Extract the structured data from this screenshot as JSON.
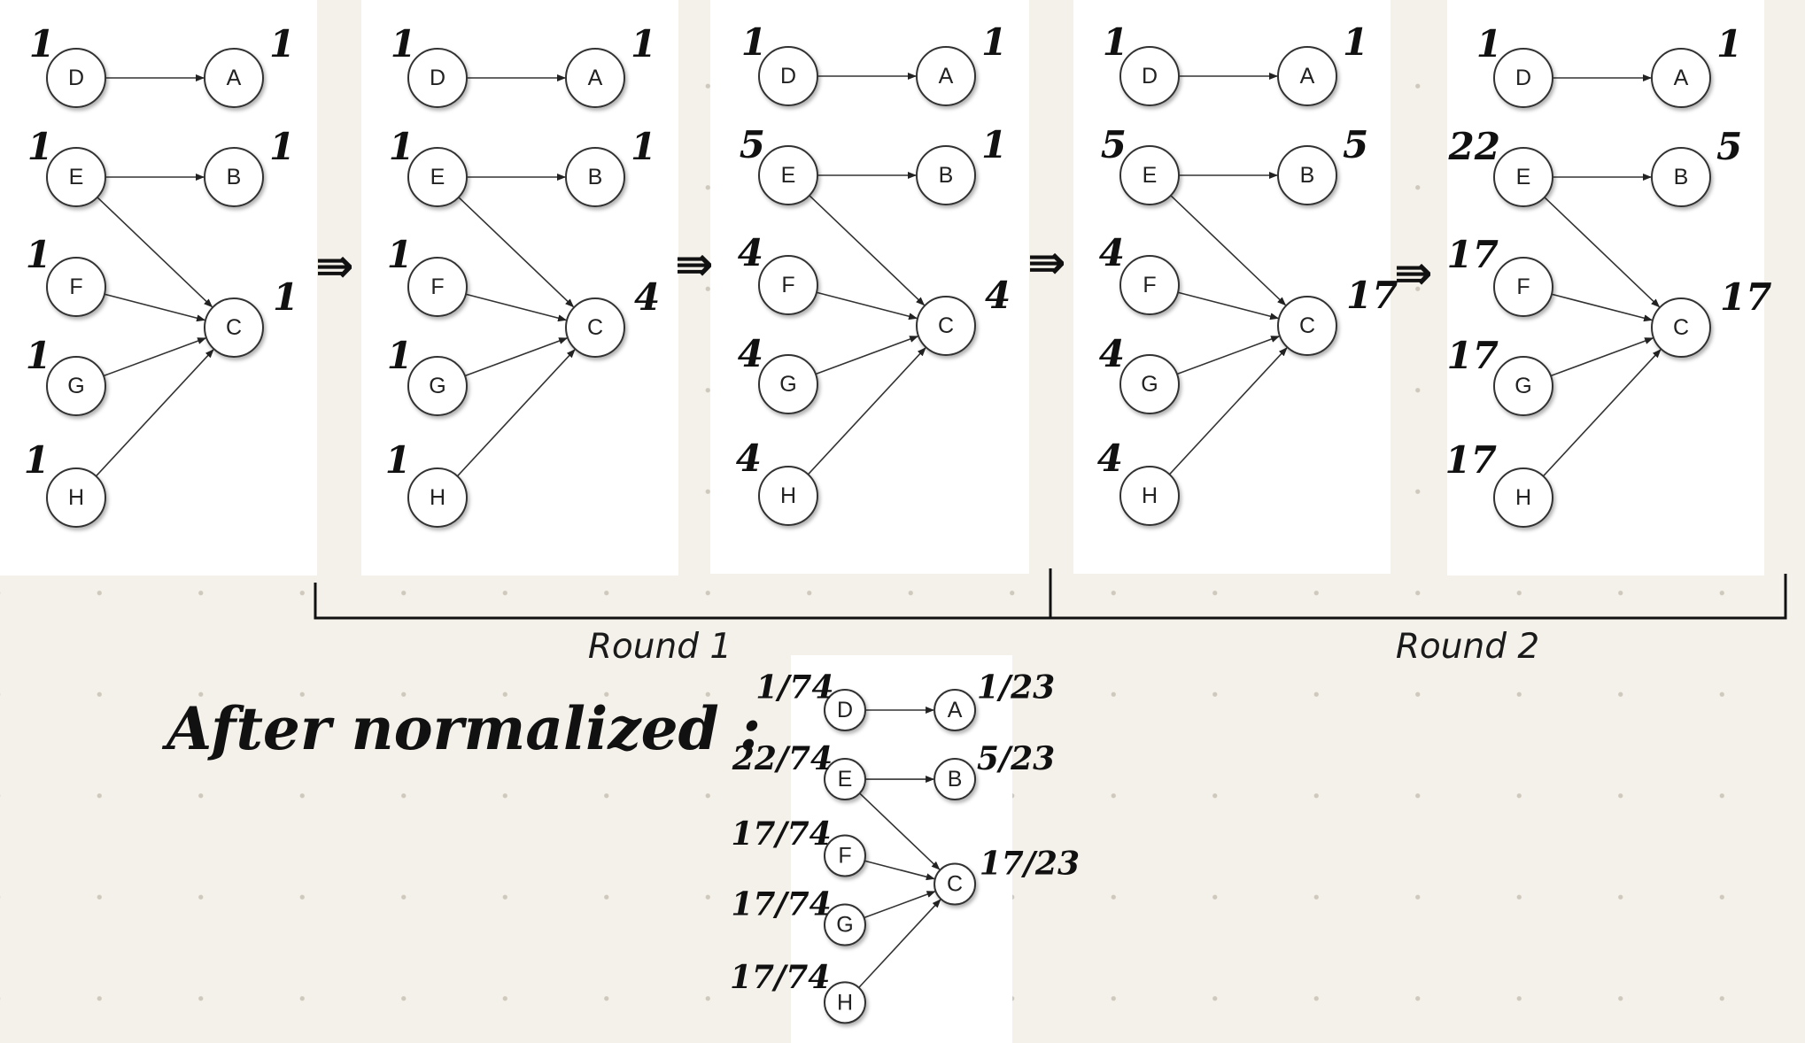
{
  "graph": {
    "nodes": [
      "D",
      "A",
      "E",
      "B",
      "F",
      "G",
      "H",
      "C"
    ],
    "edges": [
      [
        "D",
        "A"
      ],
      [
        "E",
        "B"
      ],
      [
        "E",
        "C"
      ],
      [
        "F",
        "C"
      ],
      [
        "G",
        "C"
      ],
      [
        "H",
        "C"
      ]
    ]
  },
  "stages": [
    {
      "scores": {
        "D": "1",
        "A": "1",
        "E": "1",
        "B": "1",
        "F": "1",
        "C": "1",
        "G": "1",
        "H": "1"
      }
    },
    {
      "scores": {
        "D": "1",
        "A": "1",
        "E": "1",
        "B": "1",
        "F": "1",
        "C": "4",
        "G": "1",
        "H": "1"
      }
    },
    {
      "scores": {
        "D": "1",
        "A": "1",
        "E": "5",
        "B": "1",
        "F": "4",
        "C": "4",
        "G": "4",
        "H": "4"
      }
    },
    {
      "scores": {
        "D": "1",
        "A": "1",
        "E": "5",
        "B": "5",
        "F": "4",
        "C": "17",
        "G": "4",
        "H": "4"
      }
    },
    {
      "scores": {
        "D": "1",
        "A": "1",
        "E": "22",
        "B": "5",
        "F": "17",
        "C": "17",
        "G": "17",
        "H": "17"
      }
    }
  ],
  "stage_arrow": "⇛",
  "rounds": [
    {
      "label": "Round  1"
    },
    {
      "label": "Round  2"
    }
  ],
  "normalized": {
    "caption": "After   normalized :",
    "scores": {
      "D": "1/74",
      "A": "1/23",
      "E": "22/74",
      "B": "5/23",
      "F": "17/74",
      "C": "17/23",
      "G": "17/74",
      "H": "17/74"
    }
  }
}
